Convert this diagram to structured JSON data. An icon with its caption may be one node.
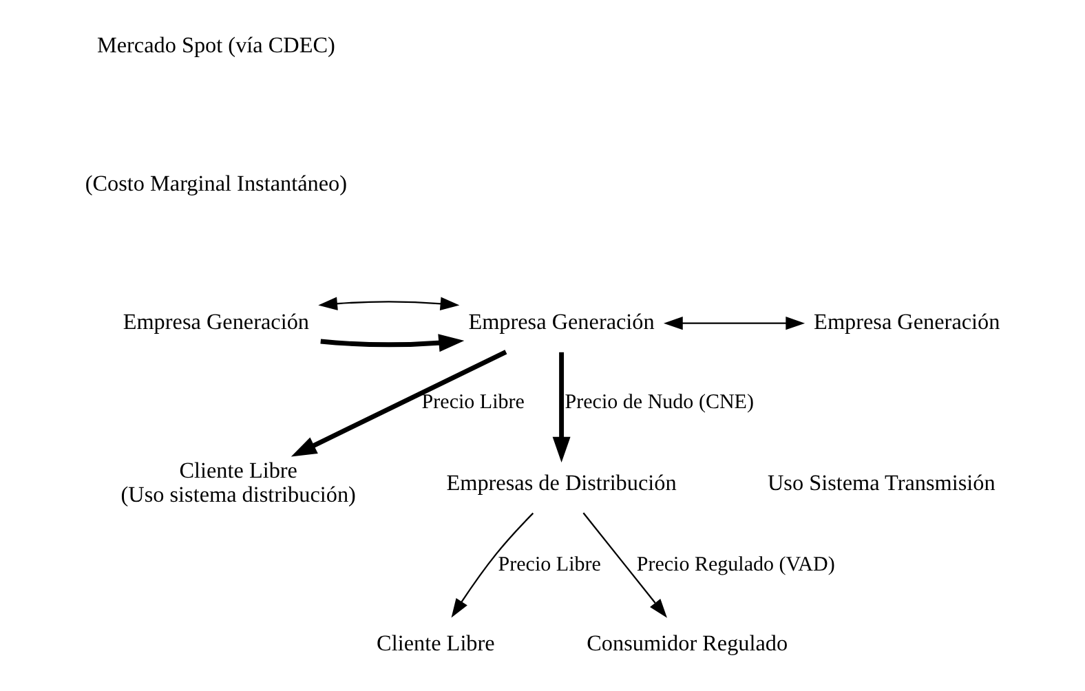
{
  "diagram": {
    "nodes": [
      {
        "text": [
          "Empresa Generación"
        ]
      },
      {
        "text": [
          "Empresa Generación"
        ]
      },
      {
        "text": [
          "Empresa Generación"
        ]
      },
      {
        "text": [
          "Cliente Libre",
          "(Uso sistema distribución)"
        ]
      },
      {
        "text": [
          "Empresas de Distribución"
        ]
      },
      {
        "text": [
          "Cliente Libre"
        ]
      },
      {
        "text": [
          "Consumidor Regulado"
        ]
      }
    ],
    "edges": [
      {
        "from": 0,
        "to": 1,
        "arrow": "to",
        "style": "thick"
      },
      {
        "from": 0,
        "to": 1,
        "arrow": "both"
      },
      {
        "from": 1,
        "to": 2,
        "arrow": "both"
      },
      {
        "from": 1,
        "to": 3,
        "arrow": "to",
        "style": "thick",
        "label": "Precio Libre"
      },
      {
        "from": 1,
        "to": 4,
        "arrow": "to",
        "style": "thick",
        "label": "Precio de Nudo (CNE)"
      },
      {
        "from": 4,
        "to": 5,
        "arrow": "to",
        "label": "Precio Libre"
      },
      {
        "from": 4,
        "to": 6,
        "arrow": "to",
        "label": "Precio Regulado (VAD)"
      }
    ],
    "labels": [
      "Mercado Spot (vía CDEC)",
      "(Costo Marginal Instantáneo)",
      "Uso Sistema Transmisión"
    ]
  }
}
